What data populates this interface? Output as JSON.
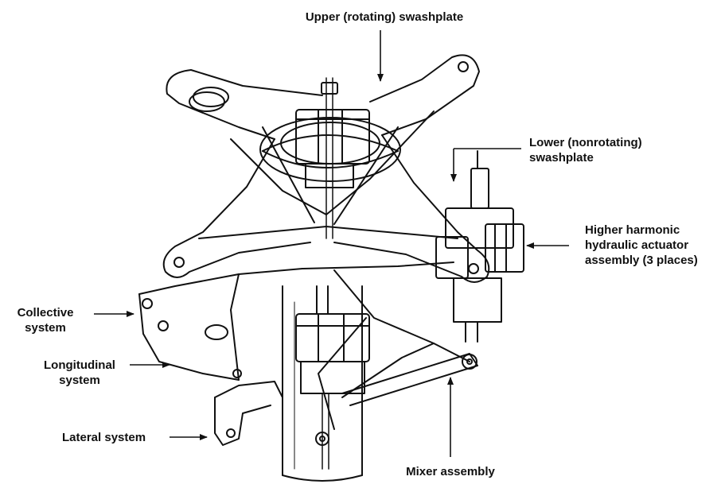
{
  "labels": {
    "upper_swashplate": "Upper (rotating) swashplate",
    "lower_swashplate": [
      "Lower (nonrotating)",
      "swashplate"
    ],
    "hh_actuator": [
      "Higher harmonic",
      "hydraulic actuator",
      "assembly (3 places)"
    ],
    "collective": [
      "Collective",
      "system"
    ],
    "longitudinal": [
      "Longitudinal",
      "system"
    ],
    "lateral": "Lateral system",
    "mixer": "Mixer assembly"
  },
  "colors": {
    "ink": "#111111",
    "background": "#ffffff"
  }
}
